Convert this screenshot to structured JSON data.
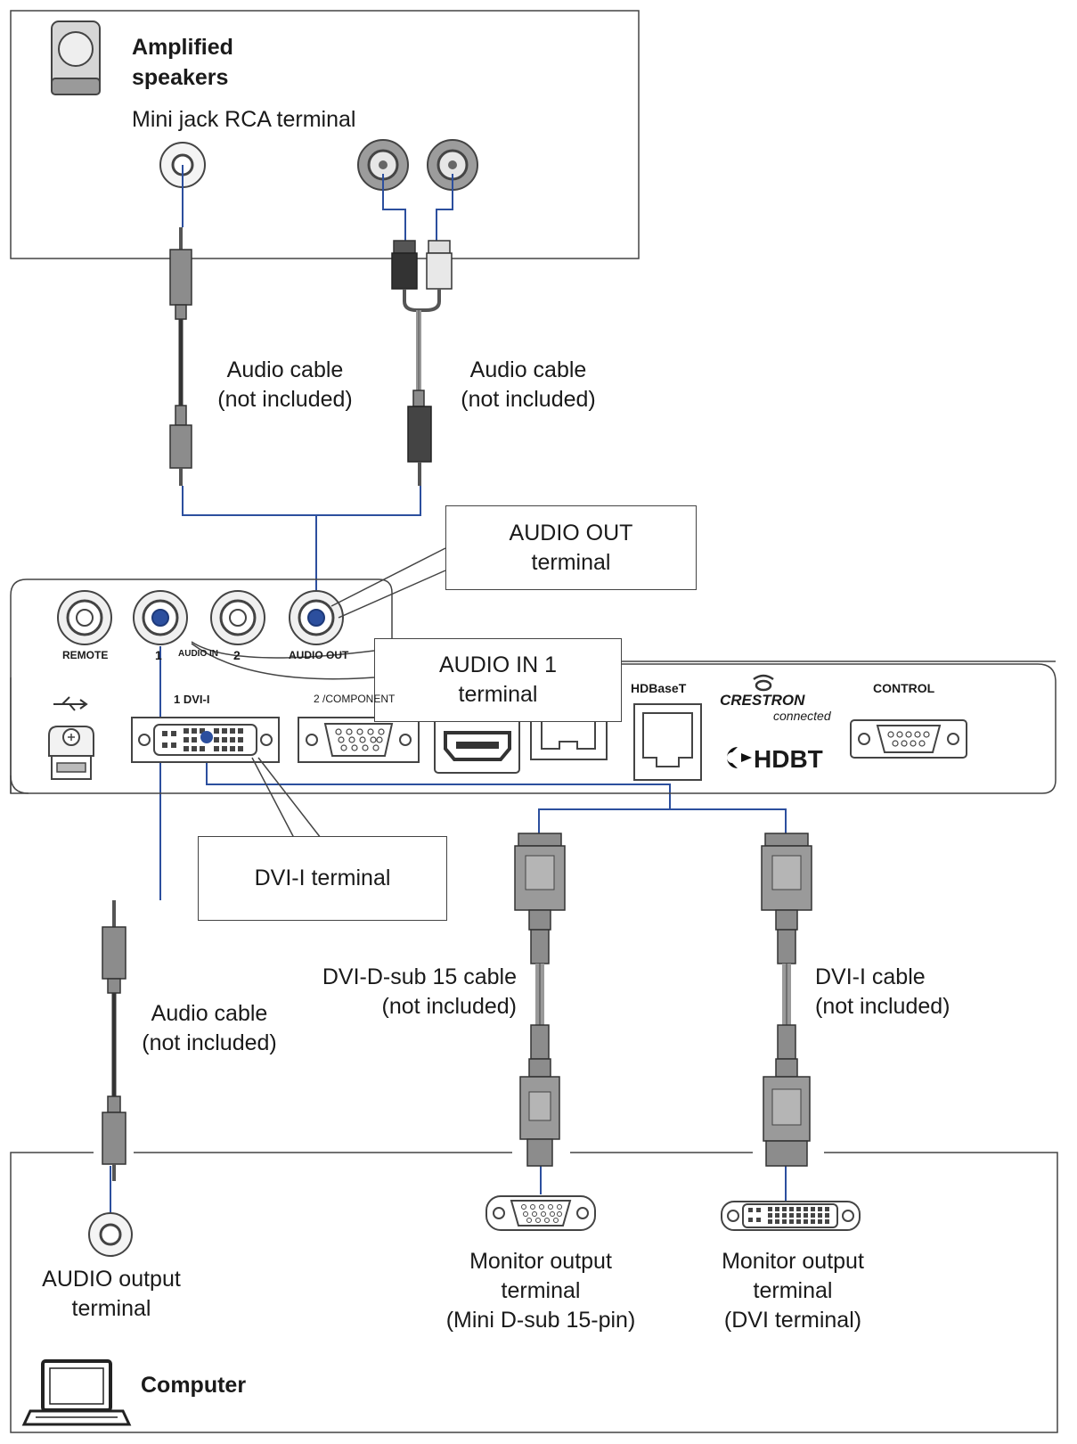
{
  "speakers": {
    "title_line1": "Amplified",
    "title_line2": "speakers",
    "terminal_label": "Mini jack RCA terminal",
    "icon": "speaker-icon"
  },
  "cables": {
    "audio_left_line1": "Audio cable",
    "audio_left_line2": "(not included)",
    "audio_right_line1": "Audio cable",
    "audio_right_line2": "(not included)",
    "audio_computer_line1": "Audio cable",
    "audio_computer_line2": "(not included)",
    "dsub_line1": "DVI-D-sub 15 cable",
    "dsub_line2": "(not included)",
    "dvi_line1": "DVI-I cable",
    "dvi_line2": "(not included)"
  },
  "callouts": {
    "audio_out_line1": "AUDIO OUT",
    "audio_out_line2": "terminal",
    "audio_in_line1": "AUDIO IN 1",
    "audio_in_line2": "terminal",
    "dvi_i": "DVI-I terminal"
  },
  "panel": {
    "remote": "REMOTE",
    "in1": "1",
    "audio_in": "AUDIO IN",
    "in2": "2",
    "audio_out": "AUDIO OUT",
    "dvi_label": "1 DVI-I",
    "component_label": "2 /COMPONENT",
    "hdbaset": "HDBaseT",
    "crestron": "CRESTRON",
    "crestron_sub": "connected",
    "hdbt": "HDBT",
    "control": "CONTROL"
  },
  "computer": {
    "audio_output_line1": "AUDIO output",
    "audio_output_line2": "terminal",
    "monitor_dsub_line1": "Monitor output",
    "monitor_dsub_line2": "terminal",
    "monitor_dsub_line3": "(Mini D-sub 15-pin)",
    "monitor_dvi_line1": "Monitor output",
    "monitor_dvi_line2": "terminal",
    "monitor_dvi_line3": "(DVI terminal)",
    "title": "Computer",
    "icon": "laptop-icon"
  },
  "colors": {
    "wire": "#2c4f9e",
    "outline": "#3a3a3a",
    "cable_gray": "#9a9a9a",
    "connector_gray": "#8c8c8c"
  }
}
